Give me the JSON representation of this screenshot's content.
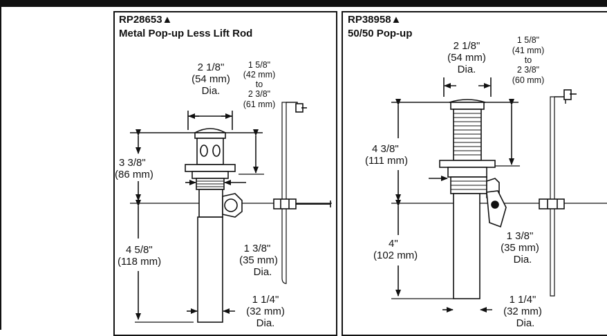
{
  "left": {
    "part_no": "RP28653▲",
    "title": "Metal Pop-up Less Lift Rod",
    "flange": [
      "2 1/8\"",
      "(54 mm)",
      "Dia."
    ],
    "range": [
      "1 5/8\"",
      "(42 mm)",
      "to",
      "2 3/8\"",
      "(61 mm)"
    ],
    "height_top": [
      "3 3/8\"",
      "(86 mm)"
    ],
    "height_bottom": [
      "4 5/8\"",
      "(118 mm)"
    ],
    "thread": [
      "1 3/8\"",
      "(35 mm)",
      "Dia."
    ],
    "tail": [
      "1 1/4\"",
      "(32 mm)",
      "Dia."
    ]
  },
  "right": {
    "part_no": "RP38958▲",
    "title": "50/50 Pop-up",
    "flange": [
      "2 1/8\"",
      "(54 mm)",
      "Dia."
    ],
    "range": [
      "1 5/8\"",
      "(41 mm)",
      "to",
      "2 3/8\"",
      "(60 mm)"
    ],
    "height_top": [
      "4 3/8\"",
      "(111 mm)"
    ],
    "height_bottom": [
      "4\"",
      "(102 mm)"
    ],
    "thread": [
      "1 3/8\"",
      "(35 mm)",
      "Dia."
    ],
    "tail": [
      "1 1/4\"",
      "(32 mm)",
      "Dia."
    ]
  }
}
